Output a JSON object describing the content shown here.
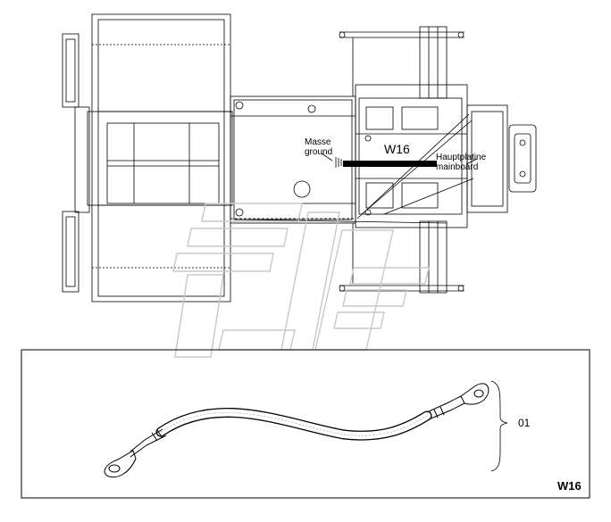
{
  "labels": {
    "masse": "Masse",
    "ground": "ground",
    "wire_top": "W16",
    "hauptplatine": "Hauptplatine",
    "mainboard": "mainboard",
    "callout_number": "01",
    "panel_code": "W16"
  },
  "colors": {
    "line": "#000000",
    "background": "#ffffff",
    "watermark": "#c8c8c8"
  }
}
